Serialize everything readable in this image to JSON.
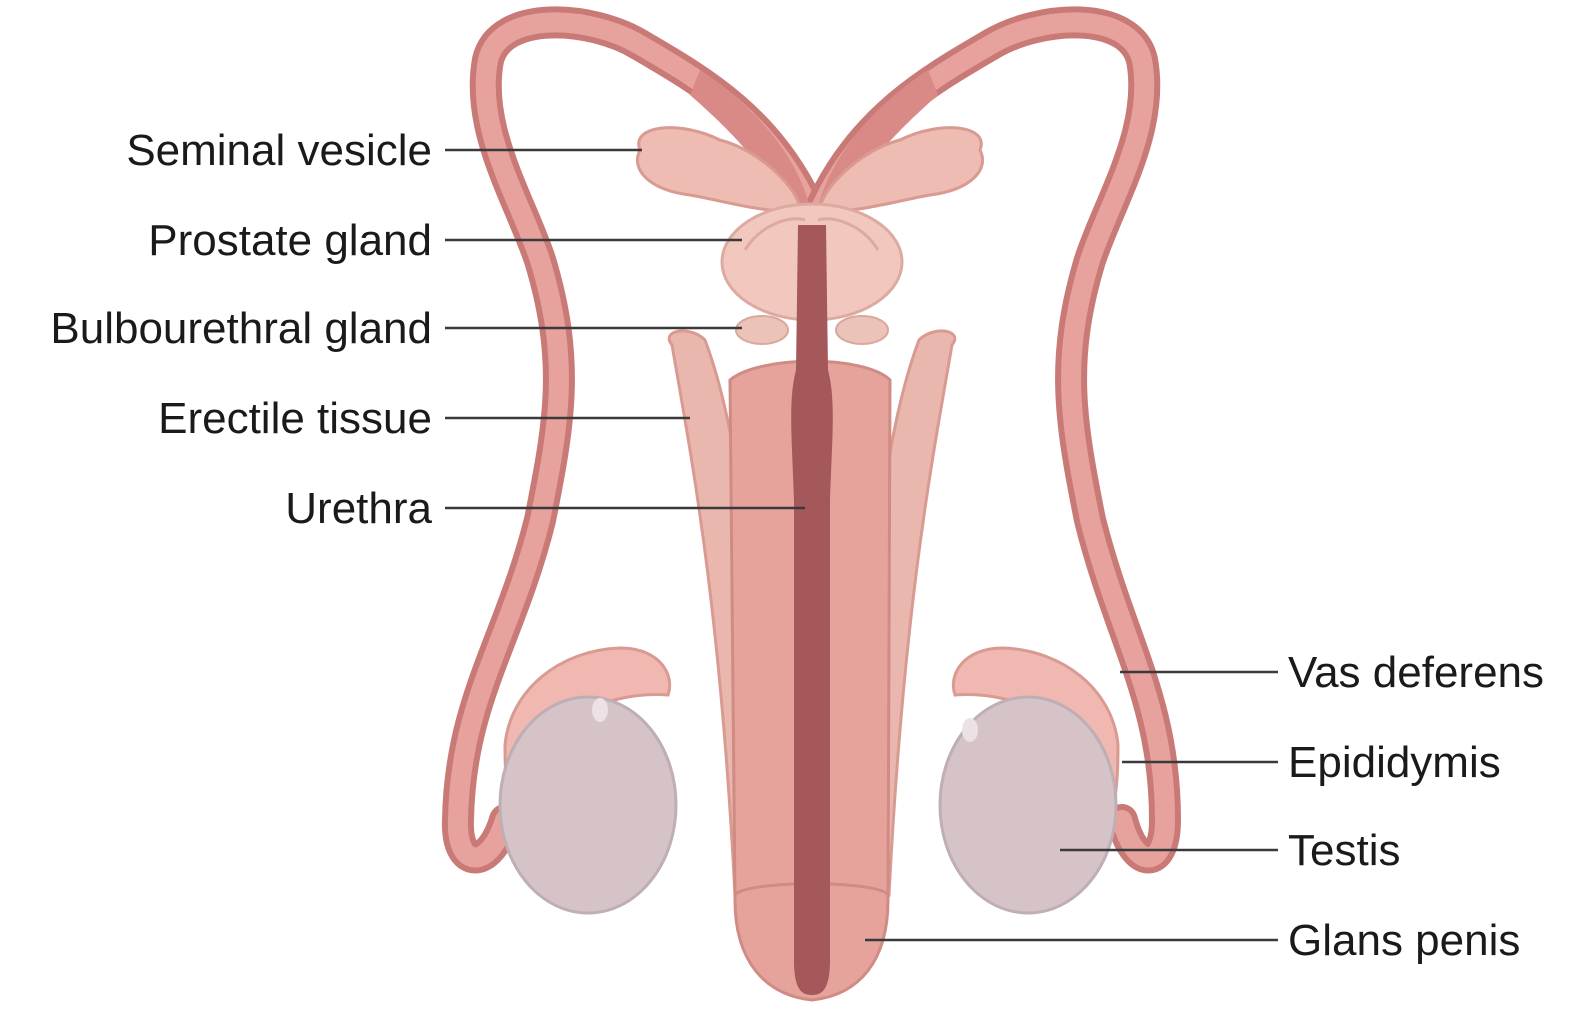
{
  "labels": {
    "seminal_vesicle": "Seminal vesicle",
    "prostate_gland": "Prostate gland",
    "bulbourethral_gland": "Bulbourethral gland",
    "erectile_tissue": "Erectile tissue",
    "urethra": "Urethra",
    "vas_deferens": "Vas deferens",
    "epididymis": "Epididymis",
    "testis": "Testis",
    "glans_penis": "Glans penis"
  },
  "colors": {
    "duct": "#e39a96",
    "duct_dark": "#c97a77",
    "tissue": "#efbcb3",
    "tissue_light": "#f3cfc7",
    "penis_body": "#e7a49d",
    "urethra": "#a5585a",
    "testis": "#d5c3c8",
    "testis_edge": "#bfaeb4"
  }
}
